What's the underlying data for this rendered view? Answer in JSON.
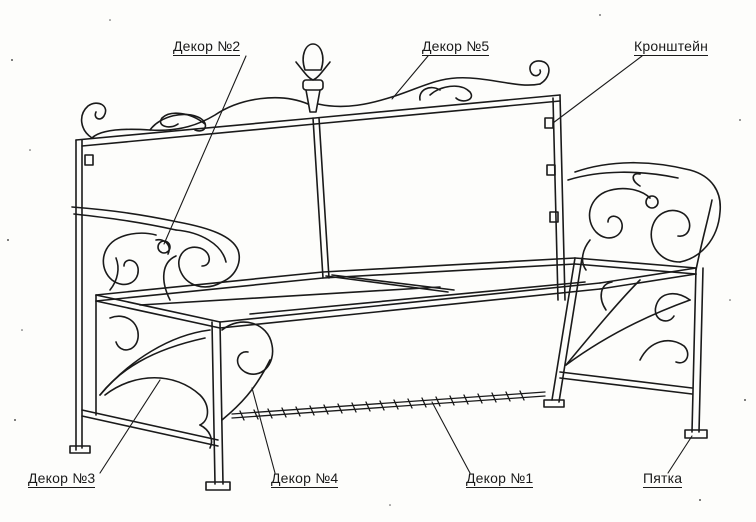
{
  "labels": {
    "decor2": "Декор №2",
    "decor5": "Декор №5",
    "bracket": "Кронштейн",
    "decor3": "Декор №3",
    "decor4": "Декор №4",
    "decor1": "Декор №1",
    "heel": "Пятка"
  },
  "colors": {
    "ink": "#1a1a1a",
    "paper": "#fdfdfb"
  }
}
